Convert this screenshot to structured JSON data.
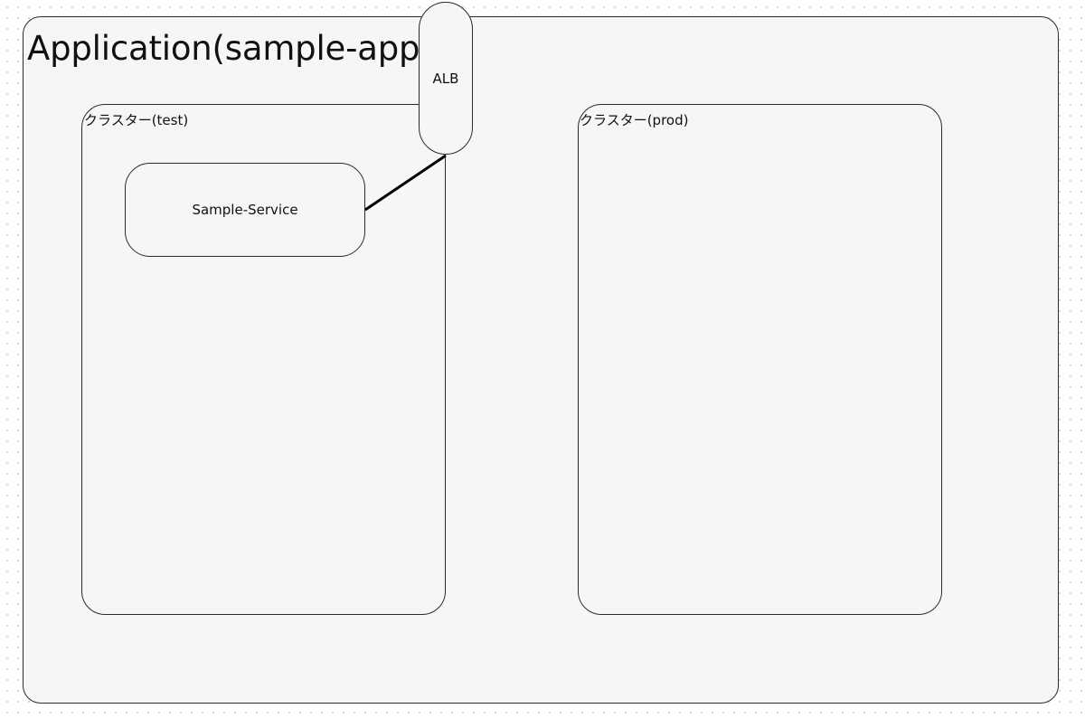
{
  "diagram": {
    "application_title": "Application(sample-app)",
    "clusters": [
      {
        "label": "クラスター(test)"
      },
      {
        "label": "クラスター(prod)"
      }
    ],
    "service_label": "Sample-Service",
    "load_balancer_label": "ALB",
    "connections": [
      {
        "from": "Sample-Service",
        "to": "ALB"
      }
    ]
  }
}
